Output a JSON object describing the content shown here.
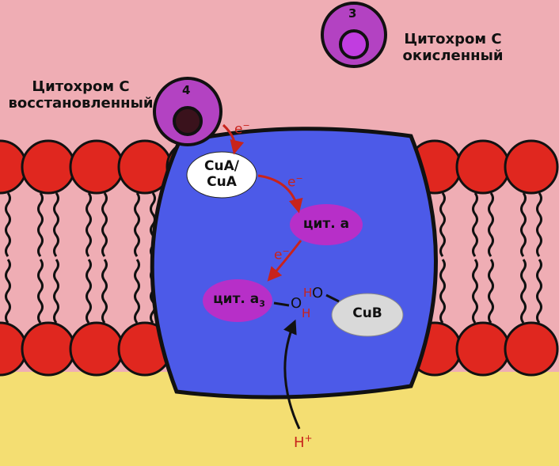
{
  "labels": {
    "cyt_c_oxidized_number": "3",
    "cyt_c_oxidized_line1": "Цитохром С",
    "cyt_c_oxidized_line2": "окисленный",
    "cyt_c_reduced_number": "4",
    "cyt_c_reduced_line1": "Цитохром С",
    "cyt_c_reduced_line2": "восстановленный",
    "cua_line1": "CuA/",
    "cua_line2": "CuA",
    "cyt_a": "цит. а",
    "cyt_a3": "цит. а",
    "cyt_a3_subscript": "3",
    "cub": "CuB",
    "electron": "e",
    "electron_charge": "−",
    "water_o": "O",
    "water_h": "H",
    "proton_h": "H",
    "proton_charge": "+"
  },
  "colors": {
    "background_top": "#efadb4",
    "background_bottom": "#f4de72",
    "lipid_head": "#e0271f",
    "protein": "#4c5ae8",
    "cytochrome_c": "#b342c2",
    "cytochrome_c_oxidized_core": "#c13de0",
    "cytochrome_c_reduced_core": "#3a121c",
    "cyt_a_node": "#b72fc8",
    "cua_node": "#ffffff",
    "cub_node": "#d9d9d9",
    "electron_arrow": "#c8231c",
    "proton_arrow": "#111111"
  }
}
